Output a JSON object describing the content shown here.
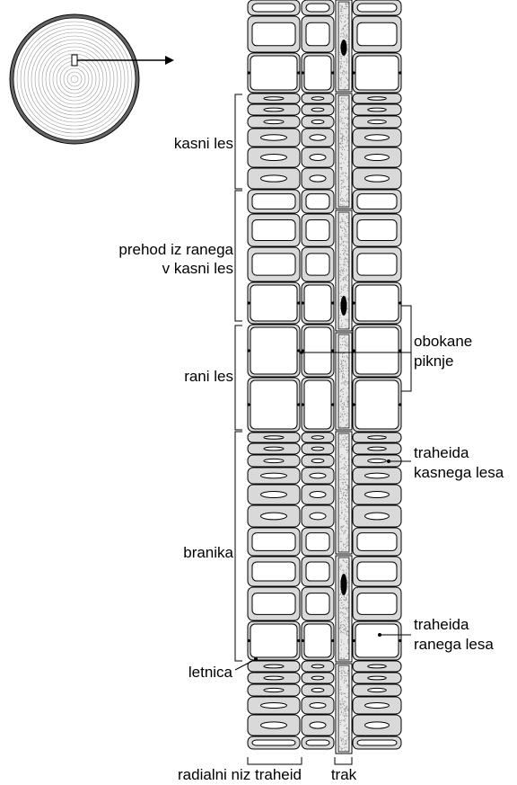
{
  "labels": {
    "late_wood": "kasni les",
    "transition_line1": "prehod iz ranega",
    "transition_line2": "v kasni les",
    "early_wood": "rani les",
    "bordered_pits_line1": "obokane",
    "bordered_pits_line2": "piknje",
    "latewood_tracheid_line1": "traheida",
    "latewood_tracheid_line2": "kasnega lesa",
    "growth_ring": "branika",
    "earlywood_tracheid_line1": "traheida",
    "earlywood_tracheid_line2": "ranega lesa",
    "ring_boundary": "letnica",
    "radial_row": "radialni niz traheid",
    "ray": "trak"
  },
  "colors": {
    "cell_fill": "#d9d9d9",
    "lumen_fill": "#ffffff",
    "outline": "#000000",
    "ray_speckle": "#8a8a8a"
  }
}
